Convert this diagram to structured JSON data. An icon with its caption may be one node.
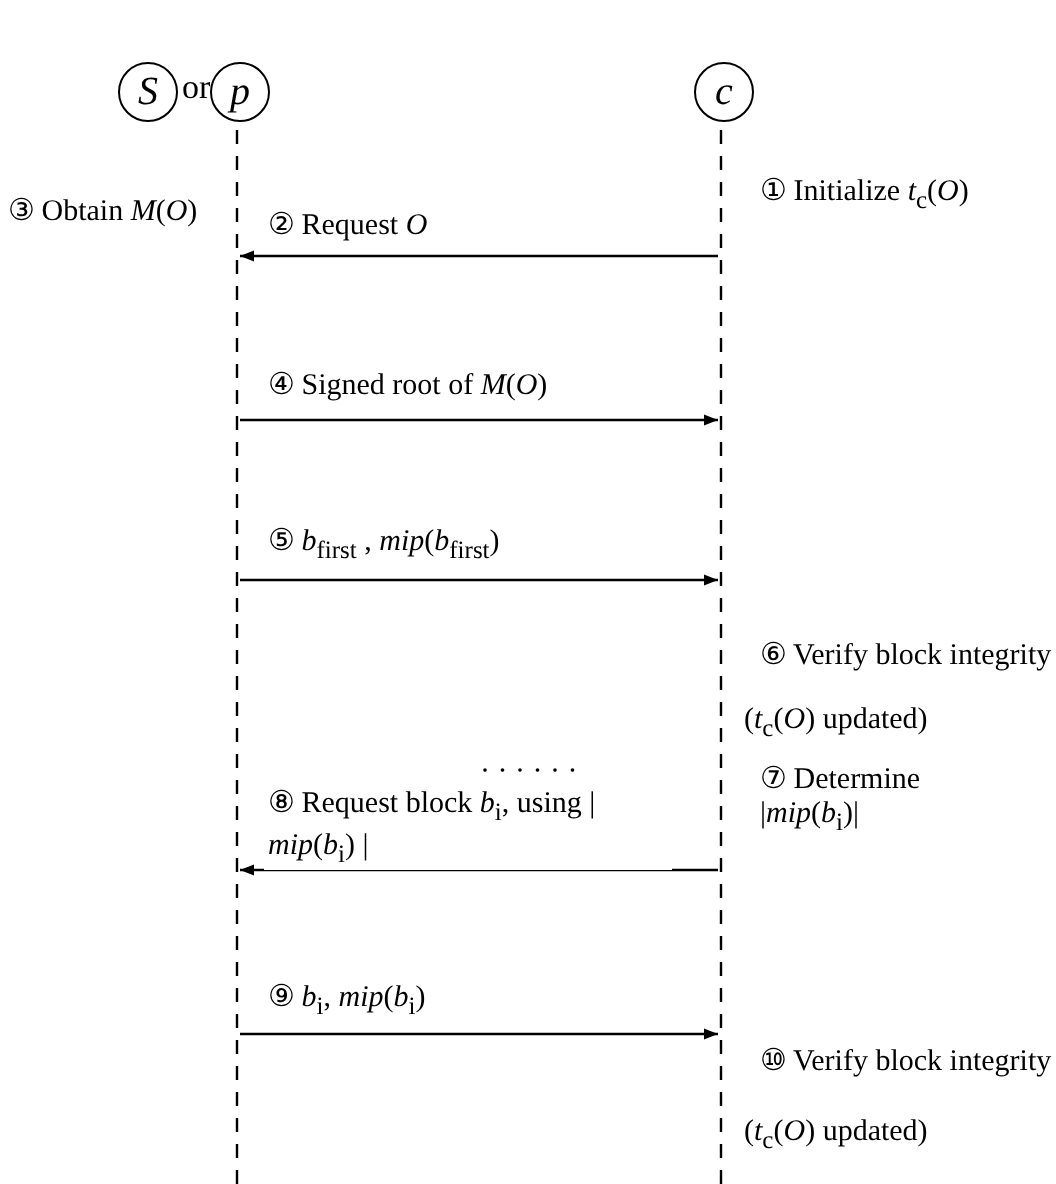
{
  "diagram": {
    "nodes": [
      {
        "text": [
          "S"
        ]
      },
      {
        "text": [
          "p"
        ]
      },
      {
        "text": [
          "c"
        ]
      },
      {
        "text": [],
        "shape": "line"
      },
      {
        "text": [],
        "shape": "line"
      }
    ],
    "edges": [
      {
        "from": 4,
        "to": 3,
        "arrow": "to",
        "label": "② Request *O*"
      },
      {
        "from": 3,
        "to": 4,
        "arrow": "to",
        "label": "④ Signed root of *M*(*O*)"
      },
      {
        "from": 3,
        "to": 4,
        "arrow": "to",
        "label": "⑤ *b*$_{first}$ , *mip*(*b*$_{first}$)"
      },
      {
        "from": 4,
        "to": 3,
        "arrow": "to",
        "label": "⑧ Request block *b*$_{i}$, using | *mip*(*b*$_{i}$) |"
      },
      {
        "from": 3,
        "to": 4,
        "arrow": "to",
        "label": "⑨ *b*$_{i}$, *mip*(*b*$_{i}$)"
      }
    ],
    "labels": [
      "or",
      "① Initialize *t*$_{c}$(*O*)",
      "③ Obtain *M*(*O*)",
      "⑥ Verify block integrity",
      "(*t*$_{c}$(*O*) updated)",
      "· · · · · ·",
      "⑦ Determine |*mip*(*b*$_{i}$)|",
      "⑩ Verify block integrity",
      "(*t*$_{c}$(*O*) updated)"
    ]
  }
}
